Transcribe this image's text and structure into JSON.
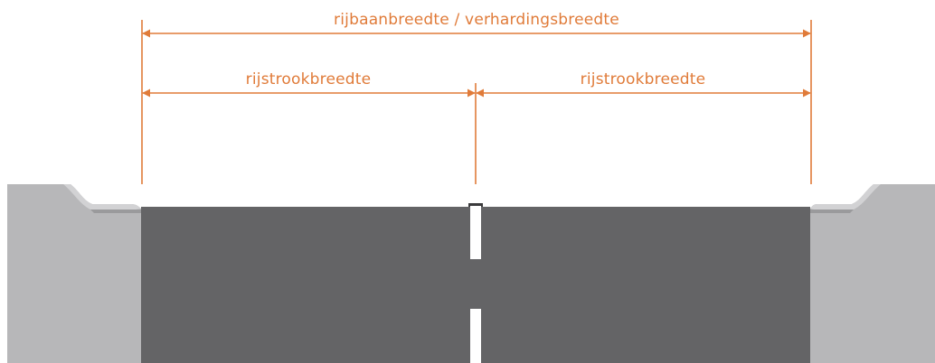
{
  "labels": {
    "total_width": "rijbaanbreedte / verhardingsbreedte",
    "lane_left": "rijstrookbreedte",
    "lane_right": "rijstrookbreedte"
  },
  "colors": {
    "dimension": "#e07b39",
    "road": "#646466",
    "sidewalk": "#b7b7b9",
    "kerb": "#d2d2d4",
    "kerb_shadow": "#9a9a9c",
    "marking": "#ffffff"
  }
}
